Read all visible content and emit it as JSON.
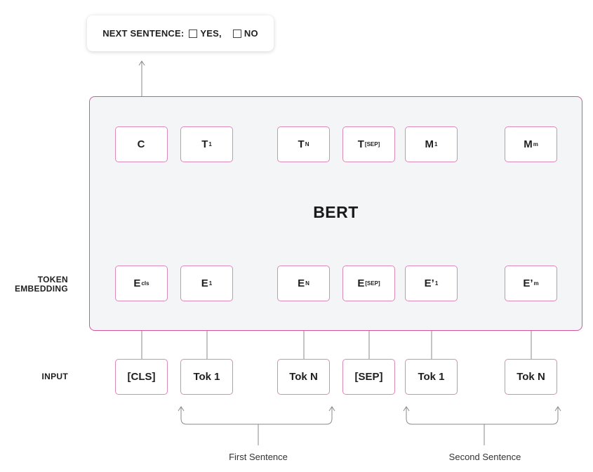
{
  "next_sentence": {
    "label": "NEXT SENTENCE:",
    "yes": "YES,",
    "no": "NO"
  },
  "model_name": "BERT",
  "row_labels": {
    "token_embedding_line1": "TOKEN",
    "token_embedding_line2": "EMBEDDING",
    "input": "INPUT"
  },
  "outputs": [
    {
      "main": "C",
      "sub": ""
    },
    {
      "main": "T",
      "sub": "1"
    },
    {
      "main": "T",
      "sub": "N"
    },
    {
      "main": "T",
      "sub": "[SEP]"
    },
    {
      "main": "M",
      "sub": "1"
    },
    {
      "main": "M",
      "sub": "m"
    }
  ],
  "embeddings": [
    {
      "main": "E",
      "sub": "cls"
    },
    {
      "main": "E",
      "sub": "1"
    },
    {
      "main": "E",
      "sub": "N"
    },
    {
      "main": "E",
      "sub": "[SEP]"
    },
    {
      "main": "E’",
      "sub": "1"
    },
    {
      "main": "E’",
      "sub": "m"
    }
  ],
  "inputs": [
    "[CLS]",
    "Tok 1",
    "Tok N",
    "[SEP]",
    "Tok 1",
    "Tok N"
  ],
  "captions": {
    "first": "First Sentence",
    "second": "Second Sentence"
  },
  "colors": {
    "frame_border": "#d1569a",
    "box_border": "#d98ab8",
    "frame_fill": "#f4f5f7"
  }
}
